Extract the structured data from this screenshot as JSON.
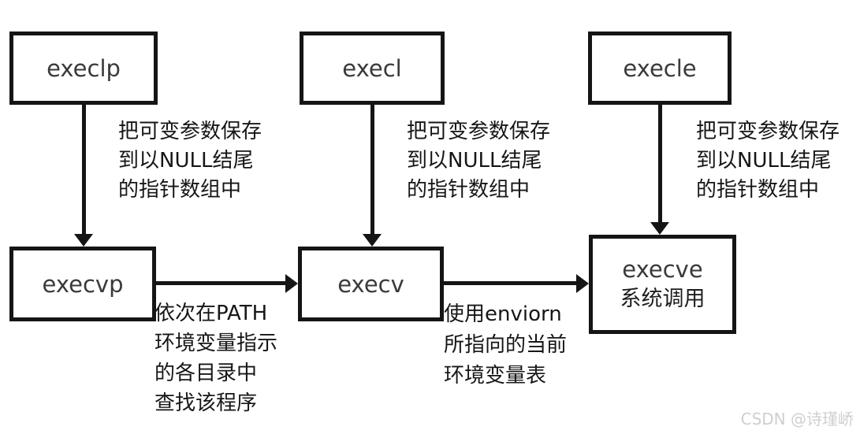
{
  "diagram": {
    "boxes": {
      "execlp": {
        "label": "execlp"
      },
      "execl": {
        "label": "execl"
      },
      "execle": {
        "label": "execle"
      },
      "execvp": {
        "label": "execvp"
      },
      "execv": {
        "label": "execv"
      },
      "execve": {
        "label": "execve",
        "sublabel": "系统调用"
      }
    },
    "notes": {
      "top1": [
        "把可变参数保存",
        "到以NULL结尾",
        "的指针数组中"
      ],
      "top2": [
        "把可变参数保存",
        "到以NULL结尾",
        "的指针数组中"
      ],
      "top3": [
        "把可变参数保存",
        "到以NULL结尾",
        "的指针数组中"
      ],
      "bottom1": [
        "依次在PATH",
        "环境变量指示",
        "的各目录中",
        "查找该程序"
      ],
      "bottom2": [
        "使用enviorn",
        "所指向的当前",
        "环境变量表"
      ]
    },
    "watermark": "CSDN @诗瑾峤"
  }
}
